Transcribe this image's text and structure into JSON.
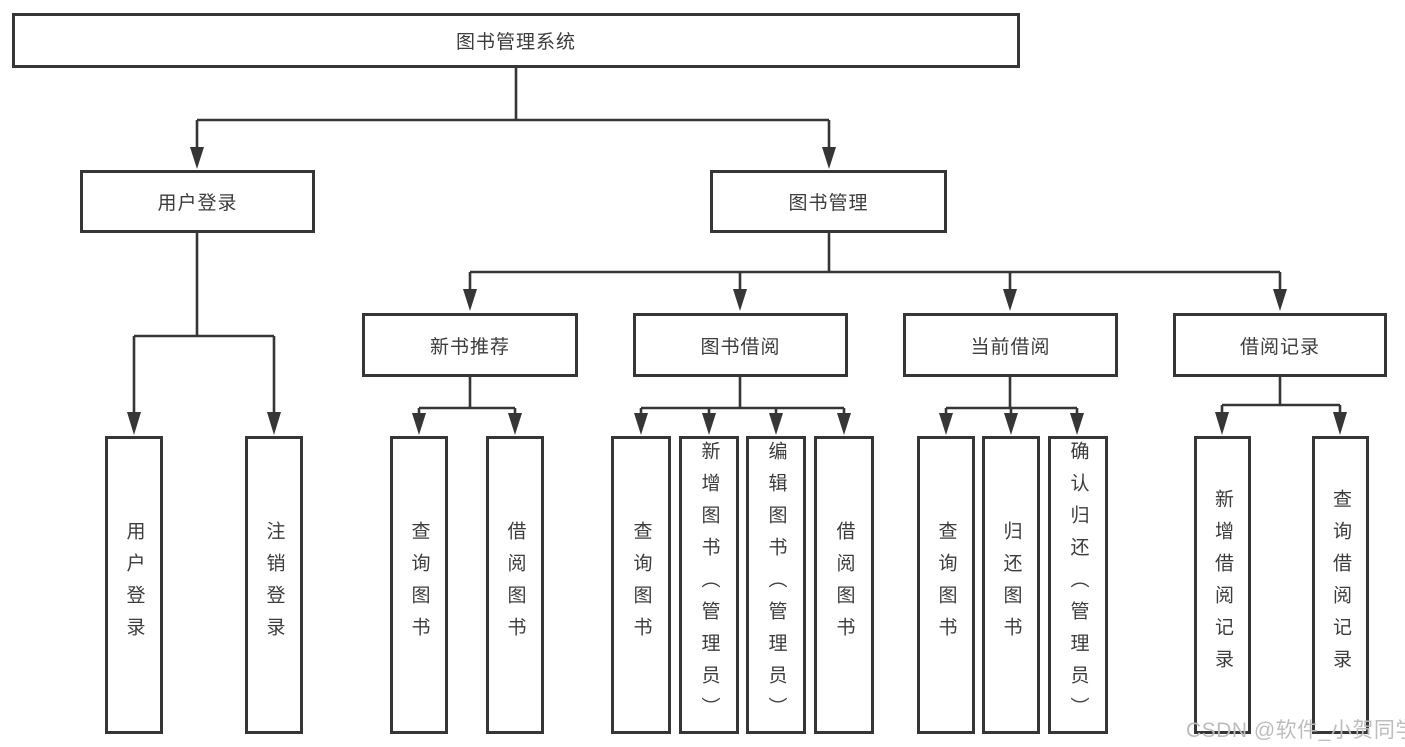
{
  "colors": {
    "line": "#363636",
    "text": "#3c3c3c",
    "watermark": "#bdbdbd",
    "bg": "#ffffff"
  },
  "watermark": {
    "text": "CSDN @软件_小贺同学"
  },
  "tree": {
    "root": {
      "label": "图书管理系统",
      "children": [
        {
          "label": "用户登录",
          "children": [
            {
              "label": "用户登录"
            },
            {
              "label": "注销登录"
            }
          ]
        },
        {
          "label": "图书管理",
          "children": [
            {
              "label": "新书推荐",
              "children": [
                {
                  "label": "查询图书"
                },
                {
                  "label": "借阅图书"
                }
              ]
            },
            {
              "label": "图书借阅",
              "children": [
                {
                  "label": "查询图书"
                },
                {
                  "label": "新增图书（管理员）"
                },
                {
                  "label": "编辑图书（管理员）"
                },
                {
                  "label": "借阅图书"
                }
              ]
            },
            {
              "label": "当前借阅",
              "children": [
                {
                  "label": "查询图书"
                },
                {
                  "label": "归还图书"
                },
                {
                  "label": "确认归还（管理员）"
                }
              ]
            },
            {
              "label": "借阅记录",
              "children": [
                {
                  "label": "新增借阅记录"
                },
                {
                  "label": "查询借阅记录"
                }
              ]
            }
          ]
        }
      ]
    }
  }
}
